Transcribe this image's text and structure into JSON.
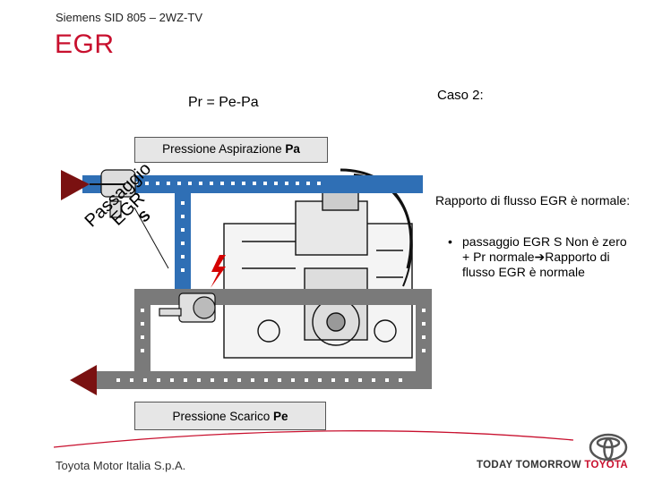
{
  "header": {
    "subtitle": "Siemens SID 805 – 2WZ-TV",
    "title": "EGR"
  },
  "diagram": {
    "formula": "Pr = Pe-Pa",
    "intake_label": "Pressione Aspirazione ",
    "intake_bold": "Pa",
    "exhaust_label": "Pressione Scarico ",
    "exhaust_bold": "Pe",
    "egr_passage_line1": "Passaggio",
    "egr_passage_line2": "EGR",
    "egr_passage_line3": "S"
  },
  "right_panel": {
    "case": "Caso 2:",
    "ratio_text": "Rapporto di flusso EGR è normale:",
    "bullet": "•",
    "bullet_text_1": "passaggio EGR S Non è zero",
    "bullet_text_2": "+ Pr normale",
    "bullet_text_3": "Rapporto di flusso EGR è normale"
  },
  "footer": {
    "company": "Toyota Motor Italia S.p.A.",
    "tagline_1": "TODAY TOMORROW ",
    "tagline_2": "TOYOTA"
  },
  "colors": {
    "accent": "#c8102e",
    "intake_pipe": "#2f6fb5",
    "exhaust_pipe": "#7a7a7a",
    "arrow": "#7a1111"
  }
}
